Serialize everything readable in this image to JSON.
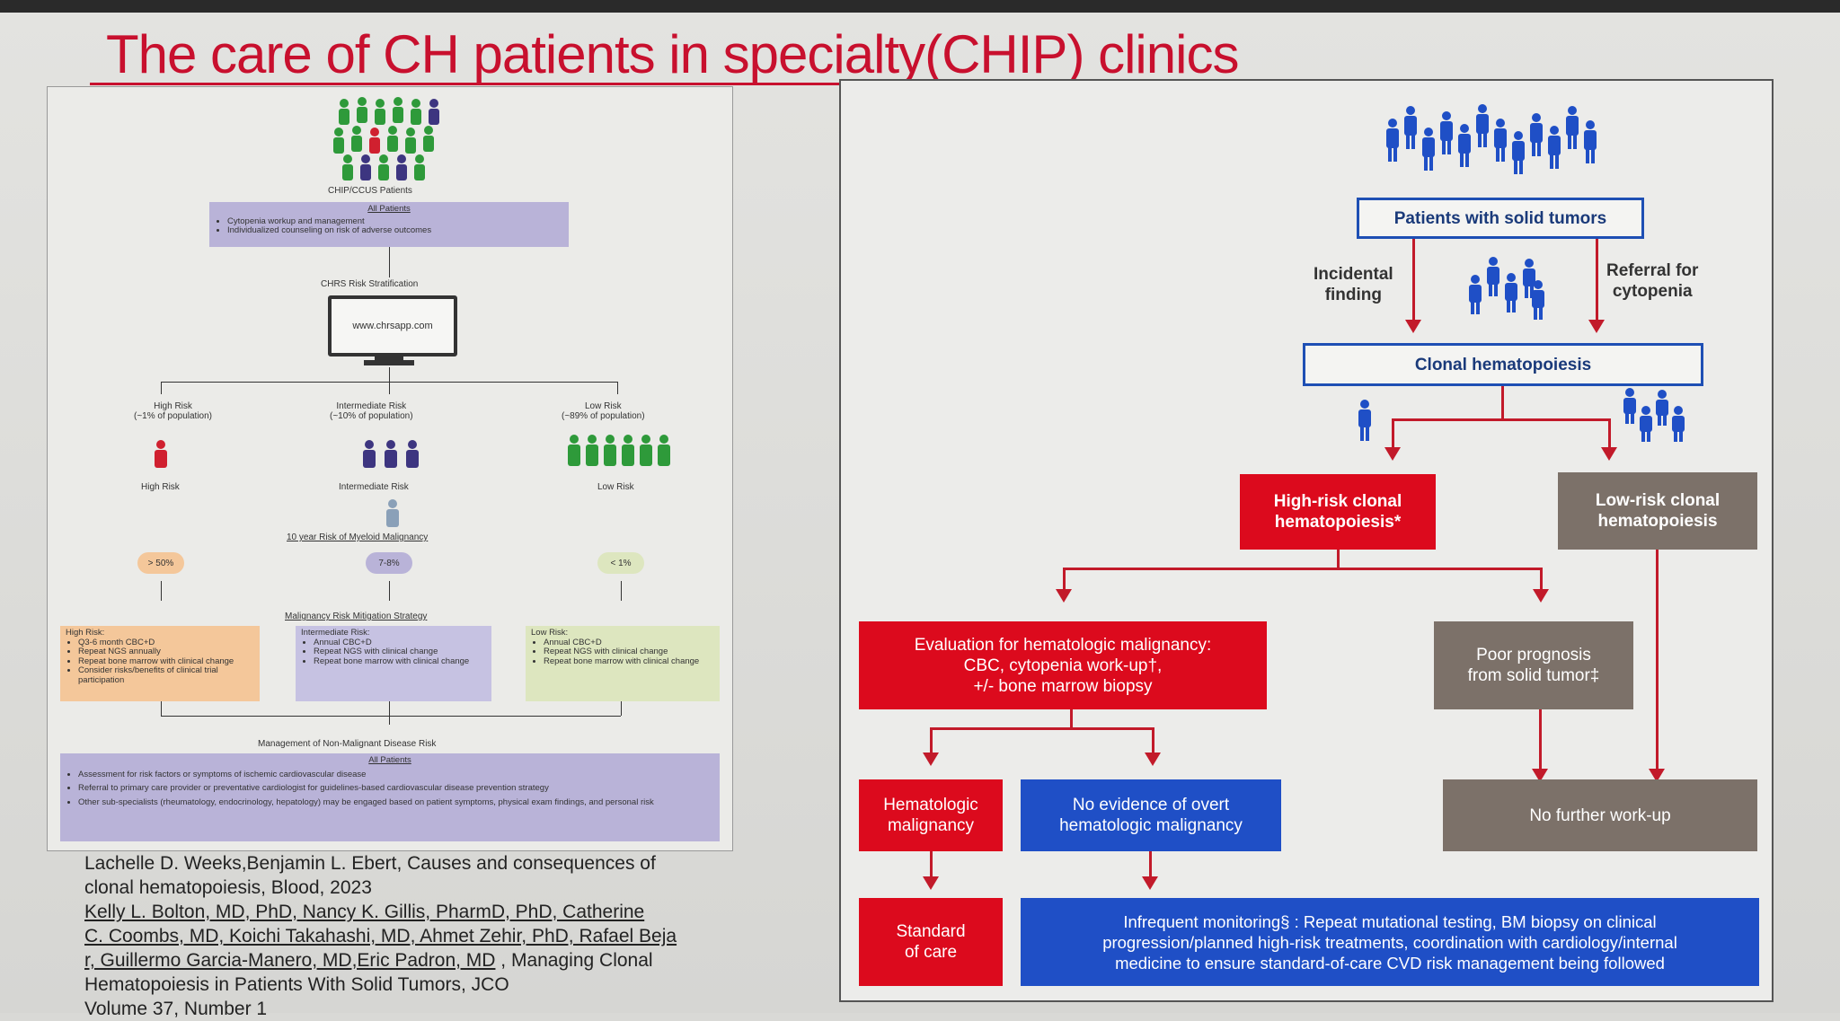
{
  "title": "The care of CH patients in specialty(CHIP) clinics",
  "left_figure": {
    "top_label": "CHIP/CCUS Patients",
    "all_patients_1": {
      "header": "All Patients",
      "items": [
        "Cytopenia workup and management",
        "Individualized counseling on risk of adverse outcomes"
      ]
    },
    "stratification_label": "CHRS Risk Stratification",
    "website": "www.chrsapp.com",
    "groups": [
      {
        "title": "High Risk",
        "population": "(~1% of population)",
        "label": "High Risk",
        "risk": "> 50%",
        "box_title": "High Risk:",
        "items": [
          "Q3-6 month CBC+D",
          "Repeat NGS annually",
          "Repeat bone marrow with clinical change",
          "Consider risks/benefits of clinical trial participation"
        ]
      },
      {
        "title": "Intermediate Risk",
        "population": "(~10% of population)",
        "label": "Intermediate Risk",
        "risk": "7-8%",
        "box_title": "Intermediate Risk:",
        "items": [
          "Annual CBC+D",
          "Repeat NGS with clinical change",
          "Repeat bone marrow with clinical change"
        ]
      },
      {
        "title": "Low Risk",
        "population": "(~89% of population)",
        "label": "Low Risk",
        "risk": "< 1%",
        "box_title": "Low Risk:",
        "items": [
          "Annual CBC+D",
          "Repeat NGS with clinical change",
          "Repeat bone marrow with clinical change"
        ]
      }
    ],
    "ten_year_label": "10 year Risk of Myeloid Malignancy",
    "mitigation_label": "Malignancy Risk Mitigation Strategy",
    "non_malignant_label": "Management of Non-Malignant Disease Risk",
    "all_patients_2": {
      "header": "All Patients",
      "items": [
        "Assessment for risk factors or symptoms of ischemic cardiovascular disease",
        "Referral to primary care provider or preventative cardiologist for guidelines-based cardiovascular disease prevention strategy",
        "Other sub-specialists (rheumatology, endocrinology, hepatology) may be engaged based on patient symptoms, physical exam findings, and personal risk"
      ]
    }
  },
  "citations": {
    "line1": "Lachelle D. Weeks,Benjamin L. Ebert, Causes and consequences of",
    "line2": "clonal hematopoiesis, Blood, 2023",
    "line3": "Kelly L. Bolton, MD, PhD, Nancy K. Gillis, PharmD, PhD, Catherine",
    "line4": "C. Coombs, MD, Koichi Takahashi, MD, Ahmet Zehir, PhD, Rafael Beja",
    "line5a": "r, Guillermo Garcia-Manero, MD,Eric Padron, MD",
    "line5b": " , Managing Clonal",
    "line6": "Hematopoiesis in Patients With Solid Tumors, JCO",
    "line7": "Volume 37, Number 1"
  },
  "right_figure": {
    "solid_tumors": "Patients with solid tumors",
    "incidental_1": "Incidental",
    "incidental_2": "finding",
    "referral_1": "Referral for",
    "referral_2": "cytopenia",
    "clonal": "Clonal hematopoiesis",
    "high_risk_1": "High-risk clonal",
    "high_risk_2": "hematopoiesis*",
    "low_risk_1": "Low-risk clonal",
    "low_risk_2": "hematopoiesis",
    "evaluation_1": "Evaluation for hematologic malignancy:",
    "evaluation_2": "CBC, cytopenia work-up†,",
    "evaluation_3": "+/- bone marrow biopsy",
    "poor_1": "Poor prognosis",
    "poor_2": "from solid tumor‡",
    "heme_1": "Hematologic",
    "heme_2": "malignancy",
    "noevidence_1": "No evidence of overt",
    "noevidence_2": "hematologic malignancy",
    "no_further": "No further work-up",
    "standard_1": "Standard",
    "standard_2": "of care",
    "monitoring_1": "Infrequent monitoring§ : Repeat mutational testing, BM biopsy on clinical",
    "monitoring_2": "progression/planned high-risk treatments, coordination with cardiology/internal",
    "monitoring_3": "medicine to ensure standard-of-care CVD risk management being followed"
  },
  "colors": {
    "title_red": "#c8102e",
    "flow_red": "#dc0a1d",
    "flow_grey": "#7c7169",
    "flow_blue": "#1f4fc6",
    "person_blue": "#1f4fc6",
    "person_green": "#2e9a3a",
    "person_purple": "#3d3580",
    "person_red": "#d0202f"
  },
  "icons": [
    "person-icon",
    "monitor-icon",
    "doctor-icon"
  ]
}
